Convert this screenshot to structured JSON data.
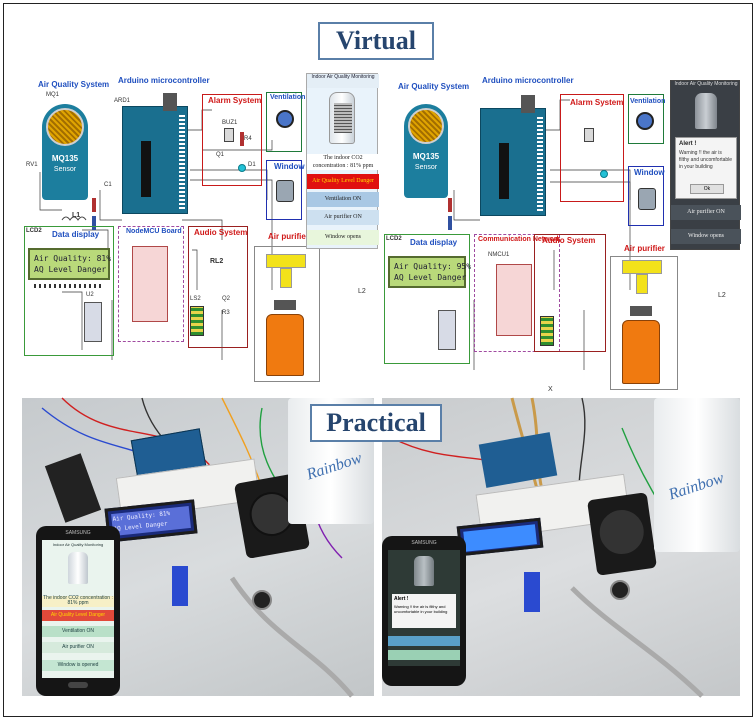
{
  "headings": {
    "virtual": "Virtual",
    "practical": "Practical"
  },
  "left_circuit": {
    "air_quality_system": "Air Quality System",
    "mq1": "MQ1",
    "sensor_name": "MQ135",
    "sensor_word": "Sensor",
    "rv1": "RV1",
    "arduino": "Arduino microcontroller",
    "ard1": "ARD1",
    "alarm_system": "Alarm System",
    "buz1": "BUZ1",
    "q1": "Q1",
    "r4": "R4",
    "d1": "D1",
    "ventilation": "Ventilation",
    "window": "Window",
    "lcd2": "LCD2",
    "data_display": "Data display",
    "lcd_line1": "Air Quality: 81%",
    "lcd_line2": "AQ Level Danger",
    "nodemcu": "NodeMCU Board",
    "audio_system": "Audio System",
    "rl2": "RL2",
    "q2": "Q2",
    "r3": "R3",
    "ls2": "LS2",
    "u2": "U2",
    "l1": "L1",
    "c1": "C1",
    "air_purifier": "Air purifier",
    "l2": "L2"
  },
  "left_app": {
    "title": "Indoor Air Quality Monitoring",
    "concentration": "The indoor CO2 concentration : 81% ppm",
    "level": "Air Quality Level Danger",
    "ventilation": "Ventilation ON",
    "purifier": "Air purifier ON",
    "window": "Window opens"
  },
  "right_circuit": {
    "air_quality_system": "Air Quality System",
    "sensor_name": "MQ135",
    "sensor_word": "Sensor",
    "arduino": "Arduino microcontroller",
    "alarm_system": "Alarm System",
    "ventilation": "Ventilation",
    "window": "Window",
    "lcd2": "LCD2",
    "data_display": "Data display",
    "lcd_line1": "Air Quality: 95%",
    "lcd_line2": "AQ Level Danger",
    "communication": "Communication Network",
    "nmcu1": "NMCU1",
    "audio_system": "Audio System",
    "air_purifier": "Air purifier",
    "l2": "L2",
    "x_mark": "X"
  },
  "right_app": {
    "title": "Indoor Air Quality Monitoring",
    "alert_title": "Alert !",
    "alert_message": "Warning !! the air is filthy and uncomfortable in your building",
    "ok": "Ok",
    "purifier": "Air purifier ON",
    "window": "Window opens"
  },
  "photo_left": {
    "phone_brand": "SAMSUNG",
    "phone_title": "Indoor Air Quality Monitoring",
    "phone_concentration": "The indoor CO2 concentration : 81% ppm",
    "phone_level": "Air Quality Level Danger",
    "phone_ventilation": "Ventilation ON",
    "phone_purifier": "Air purifier ON",
    "phone_window": "Window is opened",
    "lcd_line1": "Air Quality: 81%",
    "lcd_line2": "AQ Level Danger",
    "brand": "Rainbow"
  },
  "photo_right": {
    "phone_brand": "SAMSUNG",
    "alert_title": "Alert !",
    "alert_message": "Warning !! the air is filthy and uncomfortable in your building",
    "brand": "Rainbow"
  },
  "colors": {
    "accent": "#26456e",
    "danger": "#e01010",
    "lcd": "#b9d97a",
    "arduino": "#1a6f8f",
    "purifier": "#f07a10",
    "spray": "#f3e21a"
  }
}
